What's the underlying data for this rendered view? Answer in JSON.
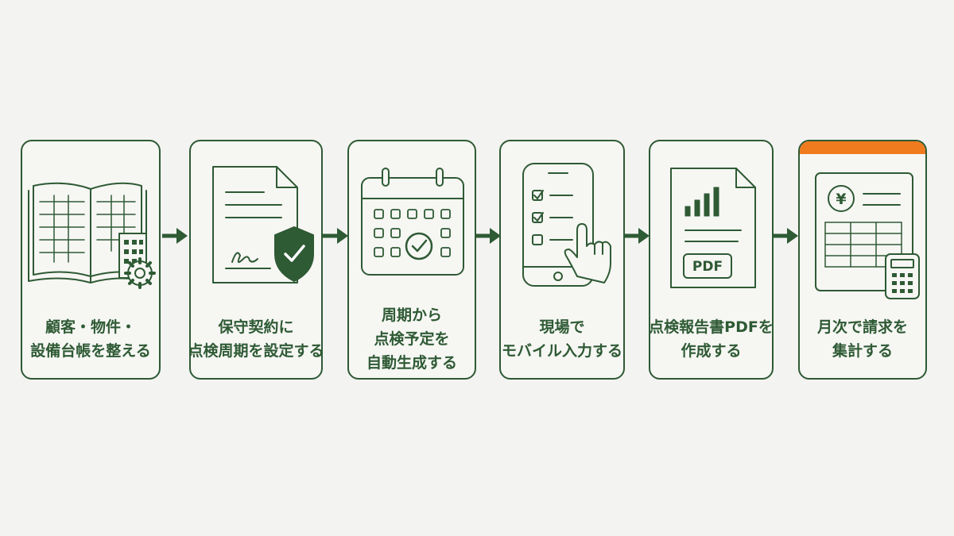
{
  "colors": {
    "primary": "#2e5a34",
    "accent": "#f07a1e",
    "background": "#f3f3f1"
  },
  "steps": [
    {
      "icon": "ledger-book-icon",
      "lines": [
        "顧客・物件・",
        "設備台帳を整える"
      ]
    },
    {
      "icon": "contract-shield-icon",
      "lines": [
        "保守契約に",
        "点検周期を設定する"
      ]
    },
    {
      "icon": "calendar-check-icon",
      "lines": [
        "周期から",
        "点検予定を",
        "自動生成する"
      ]
    },
    {
      "icon": "mobile-checklist-icon",
      "lines": [
        "現場で",
        "モバイル入力する"
      ]
    },
    {
      "icon": "pdf-report-icon",
      "lines": [
        "点検報告書PDFを",
        "作成する"
      ],
      "badge": "PDF"
    },
    {
      "icon": "yen-invoice-calculator-icon",
      "lines": [
        "月次で請求を",
        "集計する"
      ],
      "badge": "¥"
    }
  ]
}
